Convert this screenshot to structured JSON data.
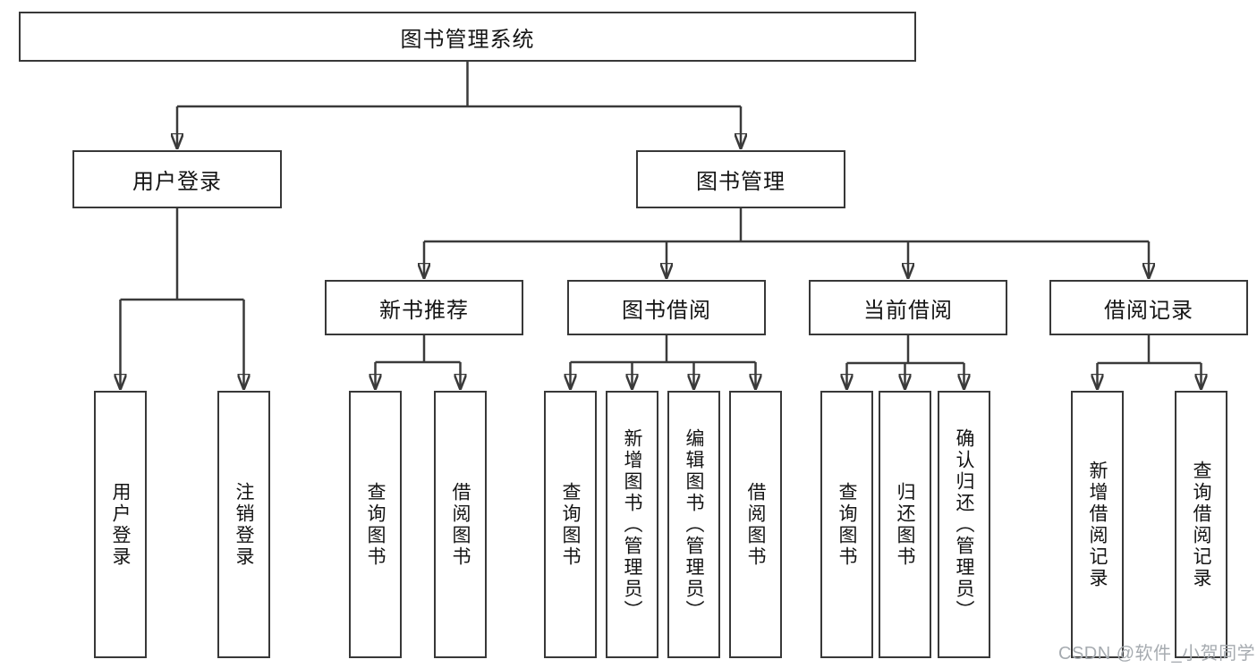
{
  "nodes": {
    "root": "图书管理系统",
    "level2": [
      "用户登录",
      "图书管理"
    ],
    "level3": [
      "新书推荐",
      "图书借阅",
      "当前借阅",
      "借阅记录"
    ],
    "leaves": [
      "用户登录",
      "注销登录",
      "查询图书",
      "借阅图书",
      "查询图书",
      "新增图书（管理员）",
      "编辑图书（管理员）",
      "借阅图书",
      "查询图书",
      "归还图书",
      "确认归还（管理员）",
      "新增借阅记录",
      "查询借阅记录"
    ]
  },
  "watermark": "CSDN @软件_小贺同学",
  "colors": {
    "line": "#3a3a3a",
    "border": "#383838",
    "text": "#141414",
    "watermark": "#a6abb0",
    "background": "#ffffff"
  }
}
